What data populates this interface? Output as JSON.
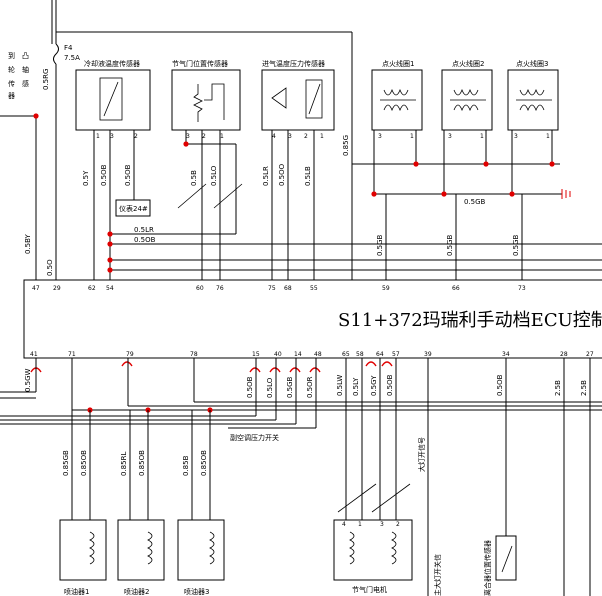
{
  "ecu_title": "S11+372玛瑞利手动档ECU控制",
  "fuse": {
    "name": "F4",
    "rating": "7.5A",
    "wire": "0.5RG"
  },
  "left_sensor_label": [
    "到",
    "凸",
    "轮",
    "轴",
    "传",
    "感",
    "器"
  ],
  "sensors": {
    "coolant": "冷却液温度传感器",
    "throttle": "节气门位置传感器",
    "intake": "进气温度压力传感器",
    "coil1": "点火线圈1",
    "coil2": "点火线圈2",
    "coil3": "点火线圈3"
  },
  "sensor_pins": {
    "coolant": [
      "1",
      "3",
      "2"
    ],
    "throttle": [
      "3",
      "2",
      "1"
    ],
    "intake": [
      "4",
      "3",
      "2",
      "1"
    ],
    "coil1": [
      "3",
      "1"
    ],
    "coil2": [
      "3",
      "1"
    ],
    "coil3": [
      "3",
      "1"
    ]
  },
  "instrument": "仪表24#",
  "top_wires": {
    "coolant": [
      "0.5Y",
      "0.5OB",
      "0.5OB"
    ],
    "throttle": [
      "0.5B",
      "0.5LO"
    ],
    "intake": [
      "0.5LR",
      "0.5OO",
      "0.5LB"
    ],
    "coil_feed": "0.85G",
    "coils": [
      "0.5GB",
      "0.5GB",
      "0.5GB"
    ],
    "ground": "0.5GB",
    "left": [
      "0.5BY",
      "0.5O"
    ],
    "horizontal": [
      "0.5LR",
      "0.5OB"
    ]
  },
  "ecu_pins_top": [
    "47",
    "29",
    "62",
    "54",
    "60",
    "76",
    "75",
    "68",
    "55",
    "59",
    "66",
    "73"
  ],
  "ecu_pins_bottom": [
    "41",
    "71",
    "79",
    "78",
    "15",
    "40",
    "14",
    "48",
    "65",
    "58",
    "64",
    "57",
    "39",
    "34",
    "28",
    "27"
  ],
  "bottom_wires": {
    "left": "0.5GW",
    "group": [
      "0.5OB",
      "0.5LO",
      "0.5GB",
      "0.5OR"
    ],
    "throttle_motor": [
      "0.5LW",
      "0.5LY",
      "0.5GY",
      "0.5OB"
    ],
    "pin34": "0.5OB",
    "pin28": "2.5B",
    "pin27": "2.5B",
    "injector1": [
      "0.85GB",
      "0.85OB"
    ],
    "injector2": [
      "0.85RL",
      "0.85OB"
    ],
    "injector3": [
      "0.85B",
      "0.85OB"
    ]
  },
  "aux_labels": {
    "ac_switch": "副空调压力开关",
    "headlight": "大灯开信号",
    "throttle_motor": "节气门电机",
    "motor_pins": [
      "4",
      "1",
      "3",
      "2"
    ],
    "relay_a": "主大灯开关信",
    "relay_b": "离合器位置传感器"
  },
  "injectors": [
    "喷油器1",
    "喷油器2",
    "喷油器3"
  ]
}
